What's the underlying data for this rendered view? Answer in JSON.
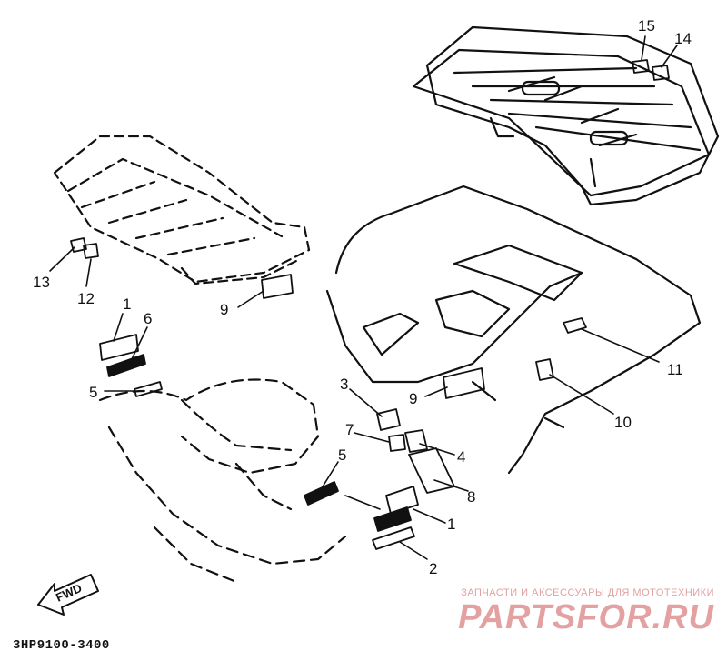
{
  "diagram": {
    "part_callouts": [
      "1",
      "6",
      "5",
      "13",
      "12",
      "9",
      "3",
      "7",
      "5",
      "4",
      "8",
      "1",
      "2",
      "9",
      "11",
      "10",
      "15",
      "14"
    ],
    "direction_arrow_text": "FWD",
    "diagram_code": "3HP9100-3400"
  },
  "watermark": {
    "line": "ЗАПЧАСТИ И АКСЕССУАРЫ ДЛЯ МОТОТЕХНИКИ",
    "logo": "PARTSFOR.RU"
  },
  "colors": {
    "ink": "#111111",
    "watermark": "#e3a1a1",
    "background": "#ffffff"
  }
}
